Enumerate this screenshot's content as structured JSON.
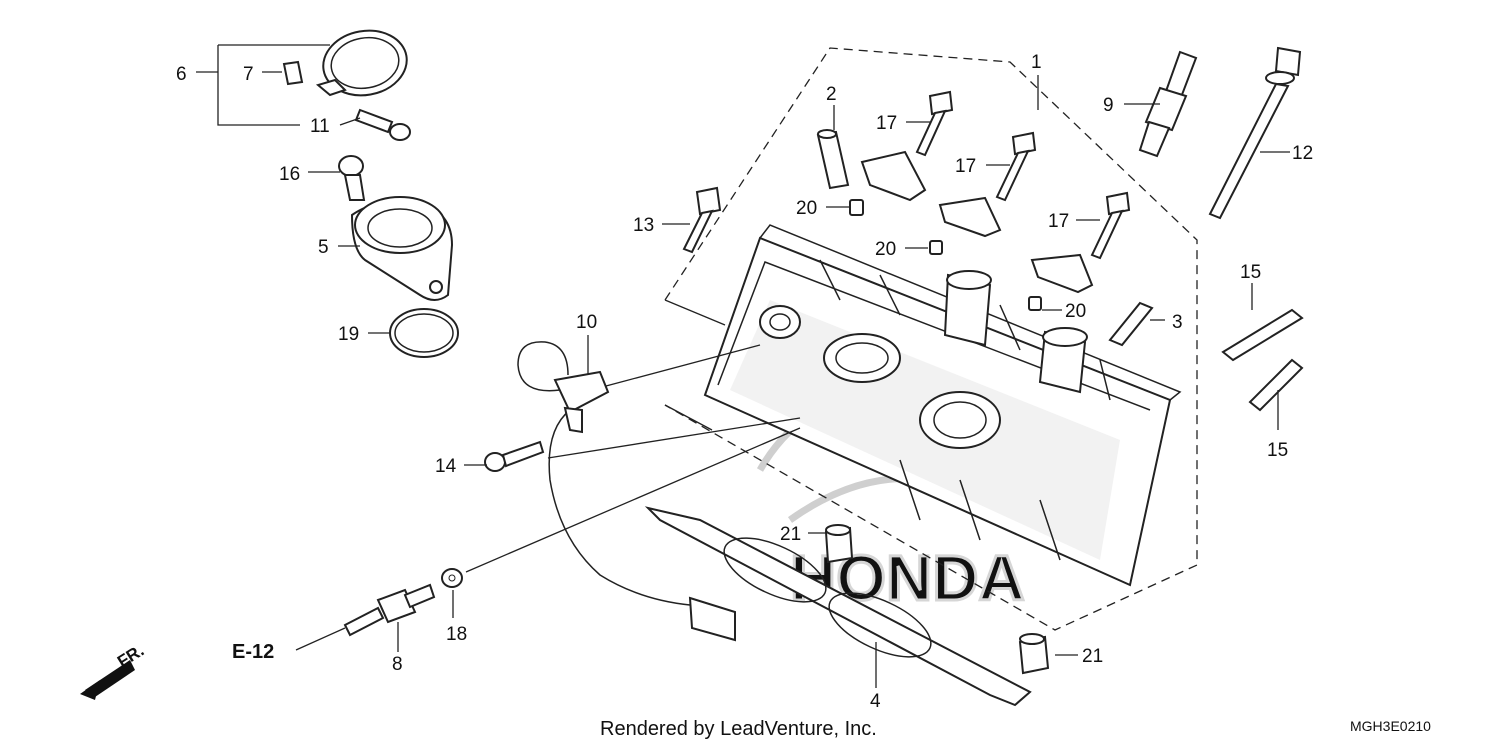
{
  "diagram": {
    "callouts": {
      "c1": "1",
      "c2": "2",
      "c3": "3",
      "c4": "4",
      "c5": "5",
      "c6": "6",
      "c7": "7",
      "c8": "8",
      "c9": "9",
      "c10": "10",
      "c11": "11",
      "c12": "12",
      "c13": "13",
      "c14": "14",
      "c15a": "15",
      "c15b": "15",
      "c16": "16",
      "c17a": "17",
      "c17b": "17",
      "c17c": "17",
      "c18": "18",
      "c19": "19",
      "c20a": "20",
      "c20b": "20",
      "c20c": "20",
      "c21a": "21",
      "c21b": "21"
    },
    "section_ref": "E-12",
    "direction_label": "FR.",
    "watermark": "HONDA",
    "footer_credit": "Rendered by LeadVenture, Inc.",
    "diagram_code": "MGH3E0210"
  }
}
